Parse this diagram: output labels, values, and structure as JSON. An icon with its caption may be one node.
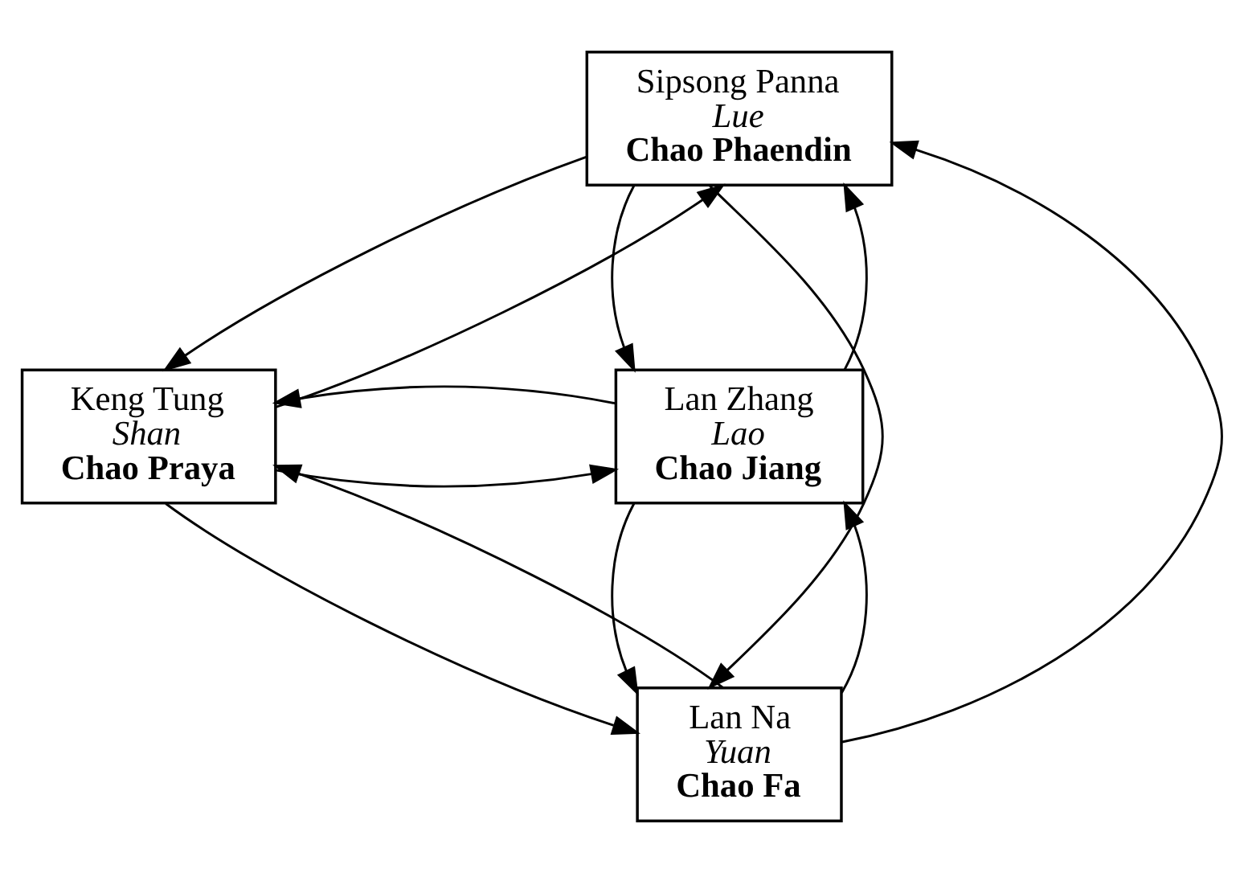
{
  "diagram": {
    "nodes": [
      {
        "text": [
          "Sipsong Panna",
          "Lue",
          "Chao Phaendin"
        ]
      },
      {
        "text": [
          "Keng Tung",
          "Shan",
          "Chao Praya"
        ]
      },
      {
        "text": [
          "Lan Zhang",
          "Lao",
          "Chao Jiang"
        ]
      },
      {
        "text": [
          "Lan Na",
          "Yuan",
          "Chao Fa"
        ]
      }
    ],
    "edges": [
      {
        "from": 1,
        "to": 0,
        "arrow": "to"
      },
      {
        "from": 0,
        "to": 1,
        "arrow": "to"
      },
      {
        "from": 0,
        "to": 2,
        "arrow": "to"
      },
      {
        "from": 2,
        "to": 0,
        "arrow": "to"
      },
      {
        "from": 1,
        "to": 2,
        "arrow": "to"
      },
      {
        "from": 2,
        "to": 1,
        "arrow": "to"
      },
      {
        "from": 0,
        "to": 3,
        "arrow": "to"
      },
      {
        "from": 3,
        "to": 0,
        "arrow": "to"
      },
      {
        "from": 3,
        "to": 1,
        "arrow": "to"
      },
      {
        "from": 1,
        "to": 3,
        "arrow": "to"
      },
      {
        "from": 3,
        "to": 2,
        "arrow": "to"
      },
      {
        "from": 2,
        "to": 3,
        "arrow": "to"
      }
    ]
  }
}
